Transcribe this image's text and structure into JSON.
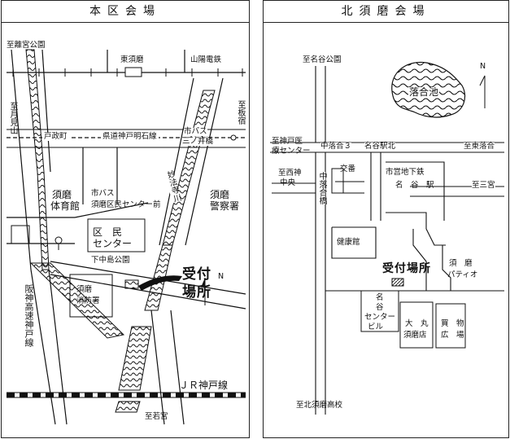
{
  "left_panel": {
    "title": "本区会場",
    "labels": {
      "rikyu": "至離宮公園",
      "higashisuma": "東須磨",
      "sanyo": "山陽電鉄",
      "tsukimiyama": "至月見山",
      "itayado": "至板宿",
      "tomasacho": "戸政町",
      "kendo": "県道神戸明石線",
      "bus": "市バス",
      "sannoi": "三ノ井橋",
      "suma_gym_1": "須磨",
      "suma_gym_2": "体育館",
      "bus_stop_2a": "市バス",
      "bus_stop_2b": "須磨区民センター前",
      "myohoji": "妙法寺川",
      "suma_police_1": "須磨",
      "suma_police_2": "警察署",
      "kumin_1": "区　民",
      "kumin_2": "センター",
      "shimonakajima": "下中島公園",
      "uketsuke_1": "受付",
      "uketsuke_2": "場所",
      "north": "N",
      "fire_1": "須磨",
      "fire_2": "消防署",
      "hanshin": "阪神高速神戸線",
      "jr": "ＪＲ神戸線",
      "wakamiya": "至若宮"
    }
  },
  "right_panel": {
    "title": "北須磨会場",
    "labels": {
      "nayadani_park": "至名谷公園",
      "north": "N",
      "ochiai_pond": "落合池",
      "hospital_1": "至神戸医",
      "hospital_2": "療センター",
      "nakaochiai3": "中落合３",
      "nayaeki_kita": "名谷駅北",
      "higashiochiai": "至東落合",
      "nishikobe_1": "至西神",
      "nishikobe_2": "中央",
      "nakaochiai_bridge": "中落合橋",
      "koban": "交番",
      "subway": "市営地下鉄",
      "naya_station": "名　谷　駅",
      "sanomiya": "至三宮",
      "kenkoukan": "健康館",
      "uketsuke": "受付場所",
      "patio_1": "須　磨",
      "patio_2": "パティオ",
      "naya_center_1": "名",
      "naya_center_2": "谷",
      "naya_center_3": "センター",
      "naya_center_4": "ビル",
      "daimaru_1": "大　丸",
      "daimaru_2": "須磨店",
      "kaimono_1": "買　物",
      "kaimono_2": "広　場",
      "kitasuma_hs": "至北須磨高校"
    }
  }
}
